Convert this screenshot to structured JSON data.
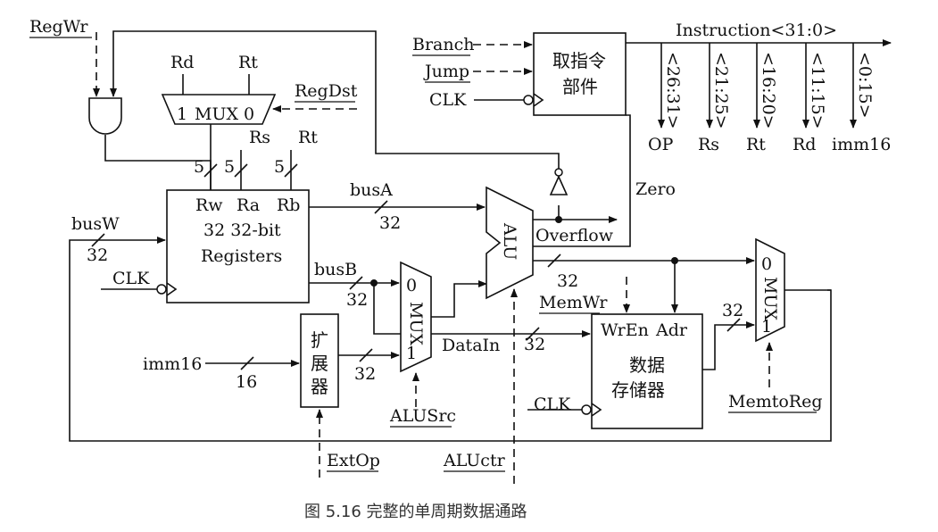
{
  "signals": {
    "regwr": "RegWr",
    "branch": "Branch",
    "jump": "Jump",
    "clk": "CLK",
    "regdst": "RegDst",
    "memwr": "MemWr",
    "memtoreg": "MemtoReg",
    "alusrc": "ALUSrc",
    "extop": "ExtOp",
    "aluctr": "ALUctr",
    "zero": "Zero",
    "overflow": "Overflow"
  },
  "ifu": {
    "line1": "取指令",
    "line2": "部件"
  },
  "instruction": {
    "label": "Instruction<31:0>",
    "fields": [
      {
        "range": "<26:31>",
        "name": "OP"
      },
      {
        "range": "<21:25>",
        "name": "Rs"
      },
      {
        "range": "<16:20>",
        "name": "Rt"
      },
      {
        "range": "<11:15>",
        "name": "Rd"
      },
      {
        "range": "<0:15>",
        "name": "imm16"
      }
    ]
  },
  "regdst_mux": {
    "in_rd": "Rd",
    "in_rt": "Rt",
    "label": "MUX",
    "port1": "1",
    "port0": "0"
  },
  "regfile": {
    "rw": "Rw",
    "ra": "Ra",
    "rb": "Rb",
    "line1": "32 32-bit",
    "line2": "Registers",
    "rs_in": "Rs",
    "rt_in": "Rt"
  },
  "buses": {
    "busa": "busA",
    "busb": "busB",
    "busw": "busW",
    "datain": "DataIn",
    "imm16": "imm16",
    "w5": "5",
    "w32": "32",
    "w16": "16"
  },
  "alu": {
    "label": "ALU"
  },
  "alusrc_mux": {
    "label": "MUX",
    "port0": "0",
    "port1": "1"
  },
  "extender": {
    "c1": "扩",
    "c2": "展",
    "c3": "器"
  },
  "memory": {
    "wren": "WrEn",
    "adr": "Adr",
    "line1": "数据",
    "line2": "存储器"
  },
  "memtoreg_mux": {
    "label": "MUX",
    "port0": "0",
    "port1": "1"
  },
  "caption": "图 5.16   完整的单周期数据通路"
}
